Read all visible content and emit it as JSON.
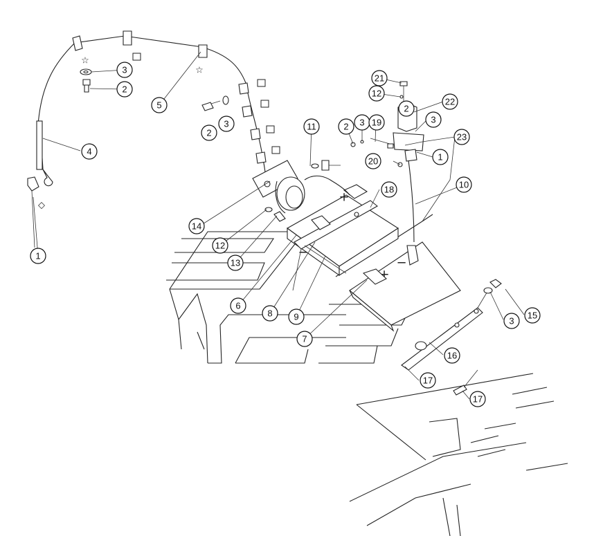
{
  "callouts": [
    {
      "id": "c1a",
      "label": "1"
    },
    {
      "id": "c1b",
      "label": "1"
    },
    {
      "id": "c2a",
      "label": "2"
    },
    {
      "id": "c2b",
      "label": "2"
    },
    {
      "id": "c2c",
      "label": "2"
    },
    {
      "id": "c2d",
      "label": "2"
    },
    {
      "id": "c3a",
      "label": "3"
    },
    {
      "id": "c3b",
      "label": "3"
    },
    {
      "id": "c3c",
      "label": "3"
    },
    {
      "id": "c3d",
      "label": "3"
    },
    {
      "id": "c3e",
      "label": "3"
    },
    {
      "id": "c4",
      "label": "4"
    },
    {
      "id": "c5",
      "label": "5"
    },
    {
      "id": "c6",
      "label": "6"
    },
    {
      "id": "c7",
      "label": "7"
    },
    {
      "id": "c8",
      "label": "8"
    },
    {
      "id": "c9",
      "label": "9"
    },
    {
      "id": "c10",
      "label": "10"
    },
    {
      "id": "c11",
      "label": "11"
    },
    {
      "id": "c12a",
      "label": "12"
    },
    {
      "id": "c12b",
      "label": "12"
    },
    {
      "id": "c13",
      "label": "13"
    },
    {
      "id": "c14",
      "label": "14"
    },
    {
      "id": "c15",
      "label": "15"
    },
    {
      "id": "c16",
      "label": "16"
    },
    {
      "id": "c17a",
      "label": "17"
    },
    {
      "id": "c17b",
      "label": "17"
    },
    {
      "id": "c18",
      "label": "18"
    },
    {
      "id": "c19",
      "label": "19"
    },
    {
      "id": "c20",
      "label": "20"
    },
    {
      "id": "c21",
      "label": "21"
    },
    {
      "id": "c22",
      "label": "22"
    },
    {
      "id": "c23",
      "label": "23"
    }
  ],
  "symbols": {
    "star": "☆",
    "diamond": "◇",
    "plus": "+",
    "minus": "−"
  }
}
